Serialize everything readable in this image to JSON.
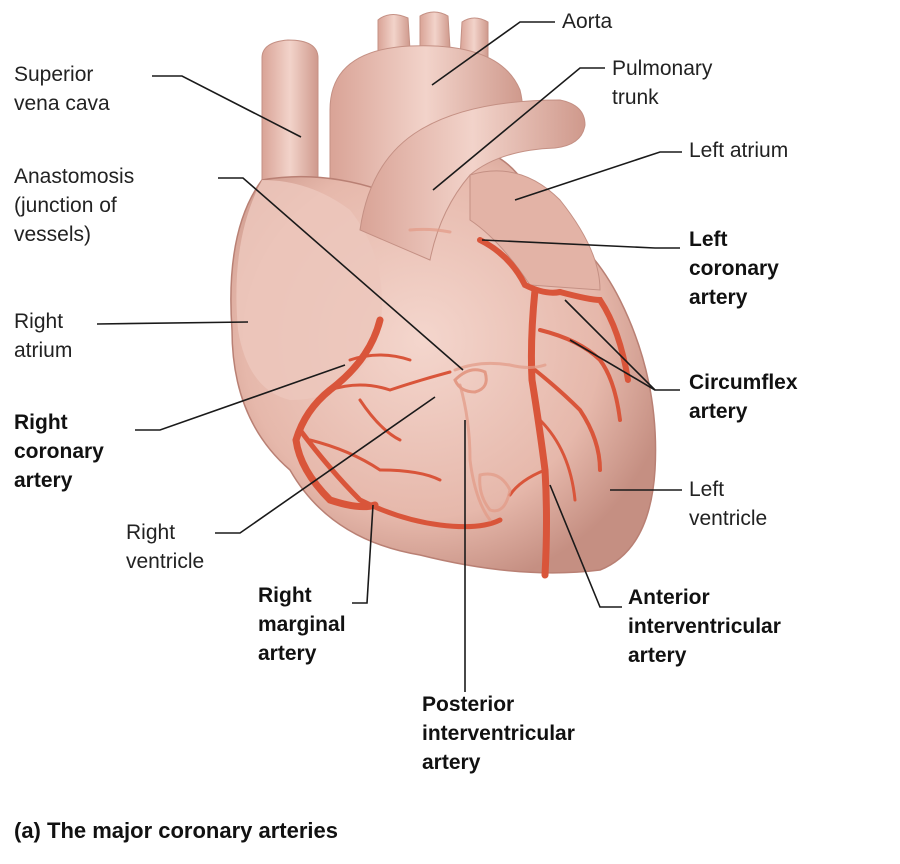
{
  "labels": {
    "aorta": "Aorta",
    "pulmonary_trunk": "Pulmonary\ntrunk",
    "superior_vena_cava": "Superior\nvena cava",
    "left_atrium": "Left atrium",
    "anastomosis": "Anastomosis\n(junction of\nvessels)",
    "left_coronary_artery": "Left\ncoronary\nartery",
    "right_atrium": "Right\natrium",
    "circumflex_artery": "Circumflex\nartery",
    "right_coronary_artery": "Right\ncoronary\nartery",
    "left_ventricle": "Left\nventricle",
    "right_ventricle": "Right\nventricle",
    "right_marginal_artery": "Right\nmarginal\nartery",
    "anterior_interventricular_artery": "Anterior\ninterventricular\nartery",
    "posterior_interventricular_artery": "Posterior\ninterventricular\nartery"
  },
  "caption": "(a) The major coronary arteries",
  "colors": {
    "heart_fill": "#e8bfb4",
    "heart_shadow": "#c9968a",
    "artery": "#d9553a",
    "leader_line": "#1a1a1a"
  }
}
